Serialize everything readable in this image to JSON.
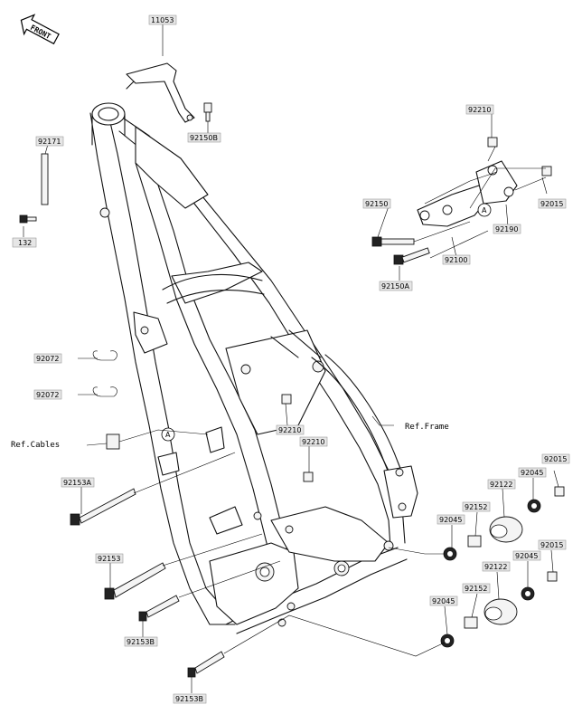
{
  "front_label": "FRONT",
  "callout_a": "A",
  "refs": {
    "cables": "Ref.Cables",
    "frame": "Ref.Frame"
  },
  "parts": {
    "p11053": "11053",
    "p92150B": "92150B",
    "p92171": "92171",
    "p132": "132",
    "p92210_top": "92210",
    "p92015_top": "92015",
    "p92150": "92150",
    "p92190": "92190",
    "p92100": "92100",
    "p92150A": "92150A",
    "p92072_a": "92072",
    "p92072_b": "92072",
    "p92210_mid": "92210",
    "p92210_low": "92210",
    "p92153A": "92153A",
    "p92153": "92153",
    "p92153B_a": "92153B",
    "p92153B_b": "92153B",
    "p92015_r1": "92015",
    "p92045_r1": "92045",
    "p92122_r1": "92122",
    "p92152_r1": "92152",
    "p92045_l1": "92045",
    "p92015_r2": "92015",
    "p92045_r2": "92045",
    "p92122_r2": "92122",
    "p92152_r2": "92152",
    "p92045_l2": "92045"
  }
}
